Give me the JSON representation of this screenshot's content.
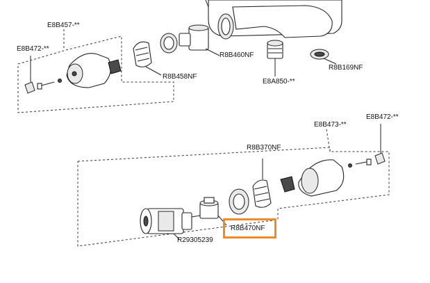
{
  "diagram": {
    "labels": {
      "e8b457": "E8B457-**",
      "e8b472_left": "E8B472-**",
      "r8b458nf": "R8B458NF",
      "r8b460nf": "R8B460NF",
      "e8a850": "E8A850-**",
      "r8b169nf": "R8B169NF",
      "e8b473": "E8B473-**",
      "e8b472_right": "E8B472-**",
      "r8b370nf": "R8B370NF",
      "r8b470nf": "R8B470NF",
      "r29305239": "R29305239"
    },
    "highlight": {
      "label": "r8b470nf",
      "color": "#f0892a"
    }
  }
}
